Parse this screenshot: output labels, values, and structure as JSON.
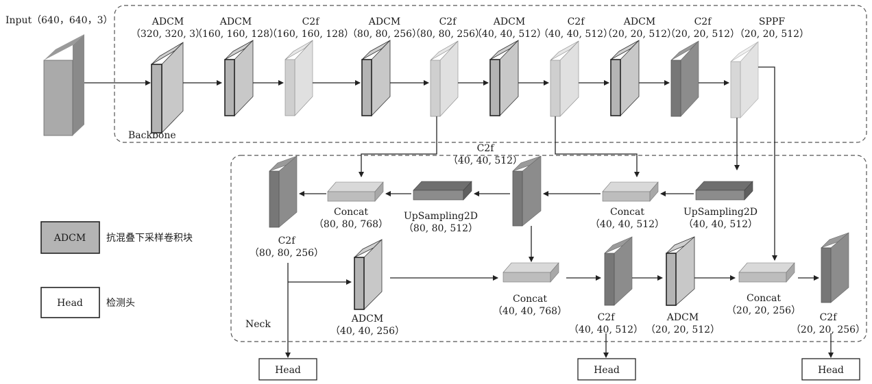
{
  "colors": {
    "adcm_front": "#b4b4b4",
    "adcm_side": "#d4d4d4",
    "c2f_light_front": "#cfcfcf",
    "c2f_light_side": "#e6e6e6",
    "c2f_dark_front": "#777777",
    "c2f_dark_side": "#9a9a9a",
    "concat_top": "#d9d9d9",
    "concat_front": "#bdbdbd",
    "upsample_top": "#6f6f6f",
    "upsample_front": "#8c8c8c"
  },
  "input": {
    "label": "Input（640，640，3）"
  },
  "backbone": {
    "label": "Backbone",
    "blocks": [
      {
        "name": "ADCM",
        "dims": "（320, 320, 3）",
        "kind": "adcm"
      },
      {
        "name": "ADCM",
        "dims": "（160, 160, 128）",
        "kind": "adcm"
      },
      {
        "name": "C2f",
        "dims": "（160, 160, 128）",
        "kind": "c2f-light"
      },
      {
        "name": "ADCM",
        "dims": "（80, 80, 256）",
        "kind": "adcm"
      },
      {
        "name": "C2f",
        "dims": "（80, 80, 256）",
        "kind": "c2f-light"
      },
      {
        "name": "ADCM",
        "dims": "（40, 40, 512）",
        "kind": "adcm"
      },
      {
        "name": "C2f",
        "dims": "（40, 40, 512）",
        "kind": "c2f-light"
      },
      {
        "name": "ADCM",
        "dims": "（20, 20, 512）",
        "kind": "adcm"
      },
      {
        "name": "C2f",
        "dims": "（20, 20, 512）",
        "kind": "c2f-dark"
      },
      {
        "name": "SPPF",
        "dims": "（20, 20, 512）",
        "kind": "sppf"
      }
    ]
  },
  "neck": {
    "label": "Neck",
    "nodes": {
      "c2f_80": {
        "name": "C2f",
        "dims": "（80, 80, 256）"
      },
      "concat_80": {
        "name": "Concat",
        "dims": "（80, 80, 768）"
      },
      "upsample_80": {
        "name": "UpSampling2D",
        "dims": "（80, 80, 512）"
      },
      "c2f_40_top": {
        "name": "C2f",
        "dims": "（40, 40, 512）"
      },
      "concat_40_top": {
        "name": "Concat",
        "dims": "（40, 40, 512）"
      },
      "upsample_40": {
        "name": "UpSampling2D",
        "dims": "（40, 40, 512）"
      },
      "adcm_40": {
        "name": "ADCM",
        "dims": "（40, 40, 256）"
      },
      "concat_40_bottom": {
        "name": "Concat",
        "dims": "（40, 40, 768）"
      },
      "c2f_40_bottom": {
        "name": "C2f",
        "dims": "（40, 40, 512）"
      },
      "adcm_20": {
        "name": "ADCM",
        "dims": "（20, 20, 512）"
      },
      "concat_20": {
        "name": "Concat",
        "dims": "（20, 20, 256）"
      },
      "c2f_20": {
        "name": "C2f",
        "dims": "（20, 20, 256）"
      }
    }
  },
  "heads": [
    "Head",
    "Head",
    "Head"
  ],
  "legend": {
    "adcm_box": "ADCM",
    "adcm_desc": "抗混叠下采样卷积块",
    "head_box": "Head",
    "head_desc": "检测头"
  }
}
